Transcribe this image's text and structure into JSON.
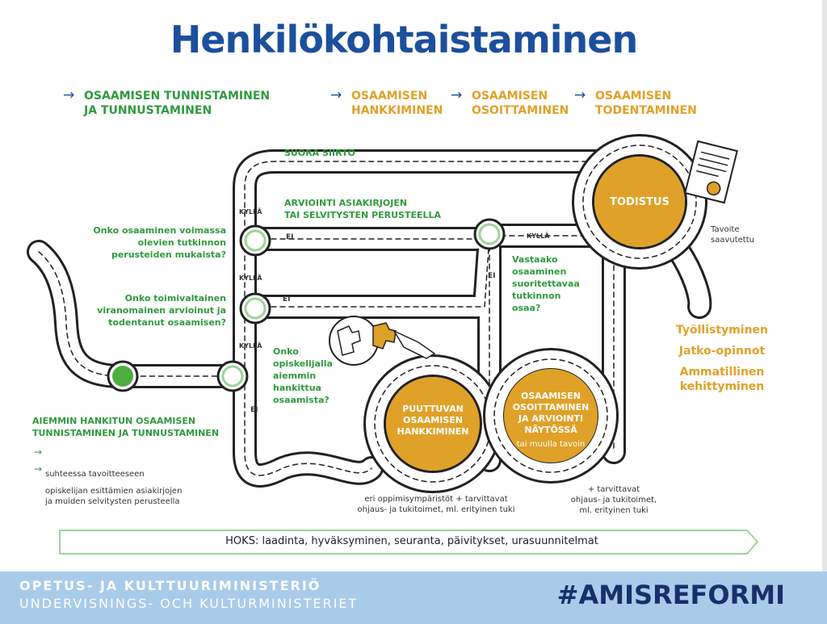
{
  "title": "Henkilökohtaistaminen",
  "headers": [
    {
      "text": "OSAAMISEN TUNNISTAMINEN\nJA TUNNUSTAMINEN",
      "color": "#2f9a3e"
    },
    {
      "text": "OSAAMISEN\nHANKKIMINEN",
      "color": "#e0a128"
    },
    {
      "text": "OSAAMISEN\nOSOITTAMINEN",
      "color": "#e0a128"
    },
    {
      "text": "OSAAMISEN\nTODENTAMINEN",
      "color": "#e0a128"
    }
  ],
  "arrow_glyph": "→",
  "routes": {
    "direct": "SUORA SIIRTO",
    "documents": "ARVIOINTI ASIAKIRJOJEN\nTAI SELVITYSTEN PERUSTEELLA"
  },
  "questions": {
    "q1": "Onko osaaminen voimassa\nolevien tutkinnon\nperusteiden mukaista?",
    "q2": "Onko toimivaltainen\nviranomainen arvioinut ja\ntodentanut osaamisen?",
    "q3": "Onko\nopiskelijalla\naiemmin\nhankittua\nosaamista?",
    "q4": "Vastaako\nosaaminen\nsuoritettavaa\ntutkinnon\nosaa?"
  },
  "yes_label": "KYLLÄ",
  "no_label": "EI",
  "circles": {
    "certificate": "TODISTUS",
    "acquire": "PUUTTUVAN\nOSAAMISEN\nHANKKIMINEN",
    "demonstrate": "OSAAMISEN\nOSOITTAMINEN\nJA ARVIOINTI\nNÄYTÖSSÄ",
    "demonstrate_sub": "tai muulla tavoin"
  },
  "goal": "Tavoite\nsaavutettu",
  "outcomes": [
    "Työllistyminen",
    "Jatko-opinnot",
    "Ammatillinen\nkehittyminen"
  ],
  "left_block": {
    "title": "AIEMMIN HANKITUN OSAAMISEN\nTUNNISTAMINEN JA TUNNUSTAMINEN",
    "bullets": [
      "suhteessa tavoitteeseen",
      "opiskelijan esittämien asiakirjojen\nja muiden selvitysten perusteella"
    ]
  },
  "notes": {
    "acquire": "eri oppimisympäristöt + tarvittavat\nohjaus- ja tukitoimet, ml. erityinen tuki",
    "demonstrate": "+ tarvittavat\nohjaus- ja tukitoimet,\nml. erityinen tuki"
  },
  "hoks": "HOKS: laadinta, hyväksyminen, seuranta, päivitykset, urasuunnitelmat",
  "footer": {
    "ministry_fi": "OPETUS- JA KULTTUURIMINISTERIÖ",
    "ministry_sv": "UNDERVISNINGS- OCH KULTURMINISTERIET",
    "hashtag": "#AMISREFORMI"
  },
  "colors": {
    "blue": "#1c4f9c",
    "green": "#2f9a3e",
    "orange": "#e0a128",
    "road": "#222222",
    "footer": "#a9cbea",
    "navy": "#17306b"
  }
}
